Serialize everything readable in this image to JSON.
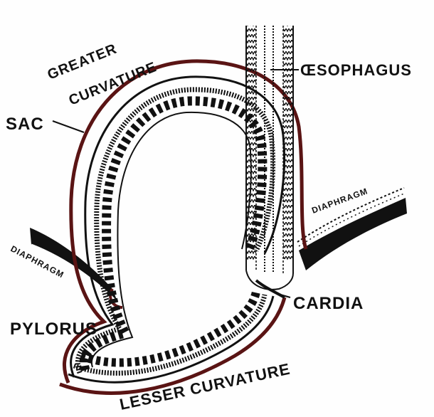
{
  "labels": {
    "greater": "GREATER",
    "curvature": "CURVATURE",
    "sac": "SAC",
    "oesophagus": "ŒSOPHAGUS",
    "diaphragm_right": "DIAPHRAGM",
    "diaphragm_left": "DIAPHRAGM",
    "cardia": "CARDIA",
    "pylorus": "PYLORUS",
    "lesser_curvature": "LESSER CURVATURE"
  },
  "colors": {
    "ink": "#111111",
    "sac_outline": "#5a1414",
    "paper": "#fefefe"
  }
}
